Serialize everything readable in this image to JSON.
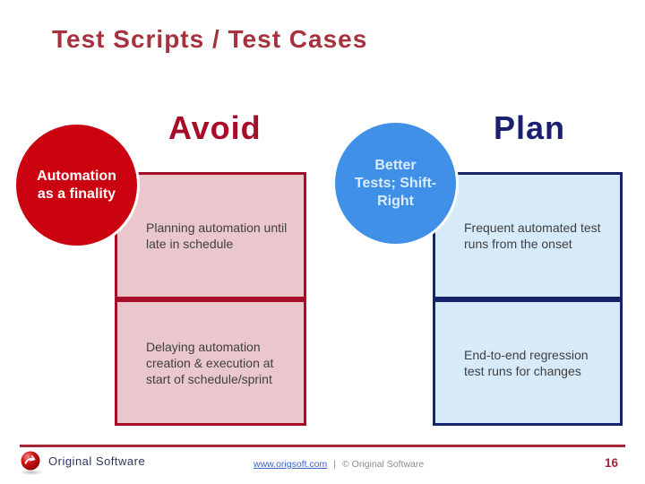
{
  "slide": {
    "title": "Test Scripts / Test Cases"
  },
  "avoid_column": {
    "heading": "Avoid",
    "bubble_label": "Automation as a finality",
    "box1": "Planning automation until late in schedule",
    "box2": "Delaying automation creation & execution at start of schedule/sprint"
  },
  "plan_column": {
    "heading": "Plan",
    "bubble_label": "Better Tests; Shift-Right",
    "box1": "Frequent automated test runs from the onset",
    "box2": "End-to-end regression test runs for changes"
  },
  "footer": {
    "logo_text": "Original Software",
    "link_text": "www.origsoft.com",
    "separator": "|",
    "copyright": "© Original Software",
    "page_number": "16"
  },
  "colors": {
    "title_red": "#A6323E",
    "avoid_red": "#A50D28",
    "avoid_circle_red": "#CB0310",
    "pink_box_fill": "#EAC7CC",
    "plan_navy": "#1A1F70",
    "blue_box_border": "#16246B",
    "blue_box_fill": "#D6EAFA",
    "plan_circle_blue": "#4190E8",
    "body_text": "#3F3F3F",
    "footer_line_red": "#A32638",
    "link_blue": "#3C64C8",
    "copyright_gray": "#8C8C8C",
    "logo_navy": "#2B3860"
  }
}
